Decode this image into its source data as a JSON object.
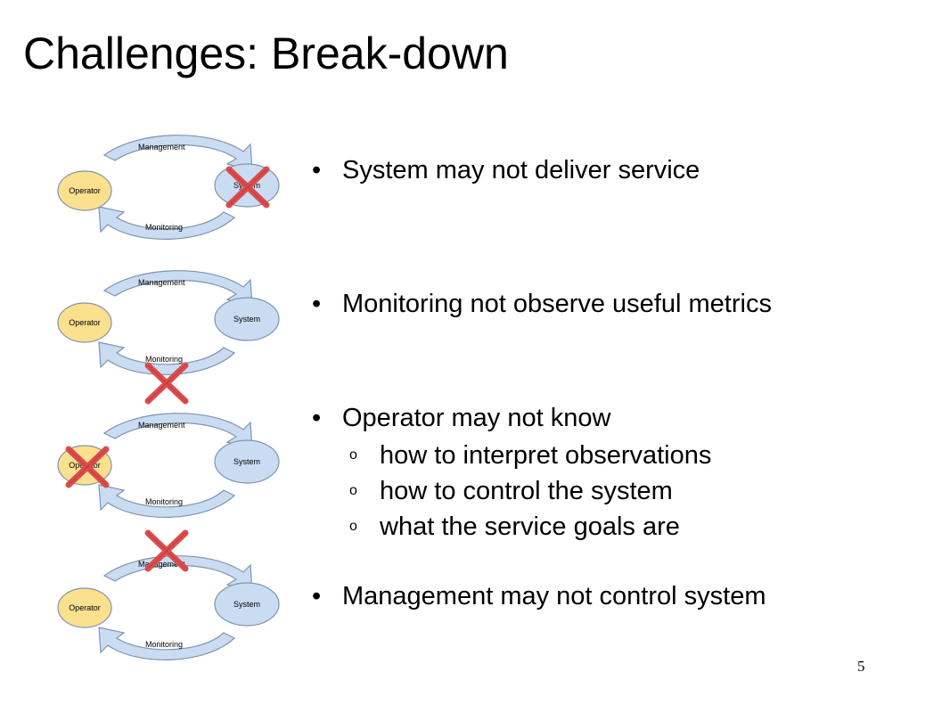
{
  "slide": {
    "title": "Challenges: Break-down",
    "page_number": "5"
  },
  "diagram_labels": {
    "management": "Management",
    "monitoring": "Monitoring",
    "operator": "Operator",
    "system": "System"
  },
  "colors": {
    "operator_fill": "#fbe08e",
    "system_fill": "#c9dcf1",
    "arrow_fill": "#c9dcf1",
    "outline": "#7f95ad",
    "cross": "#dc4c4c"
  },
  "bullets": [
    {
      "text": "System may not deliver service"
    },
    {
      "text": "Monitoring not observe useful metrics"
    },
    {
      "text": "Operator may not know",
      "sub": [
        "how to interpret observations",
        "how to control the system",
        "what the service goals are"
      ]
    },
    {
      "text": "Management may not control system"
    }
  ],
  "bullet_glyph": "•",
  "sub_glyph": "o"
}
